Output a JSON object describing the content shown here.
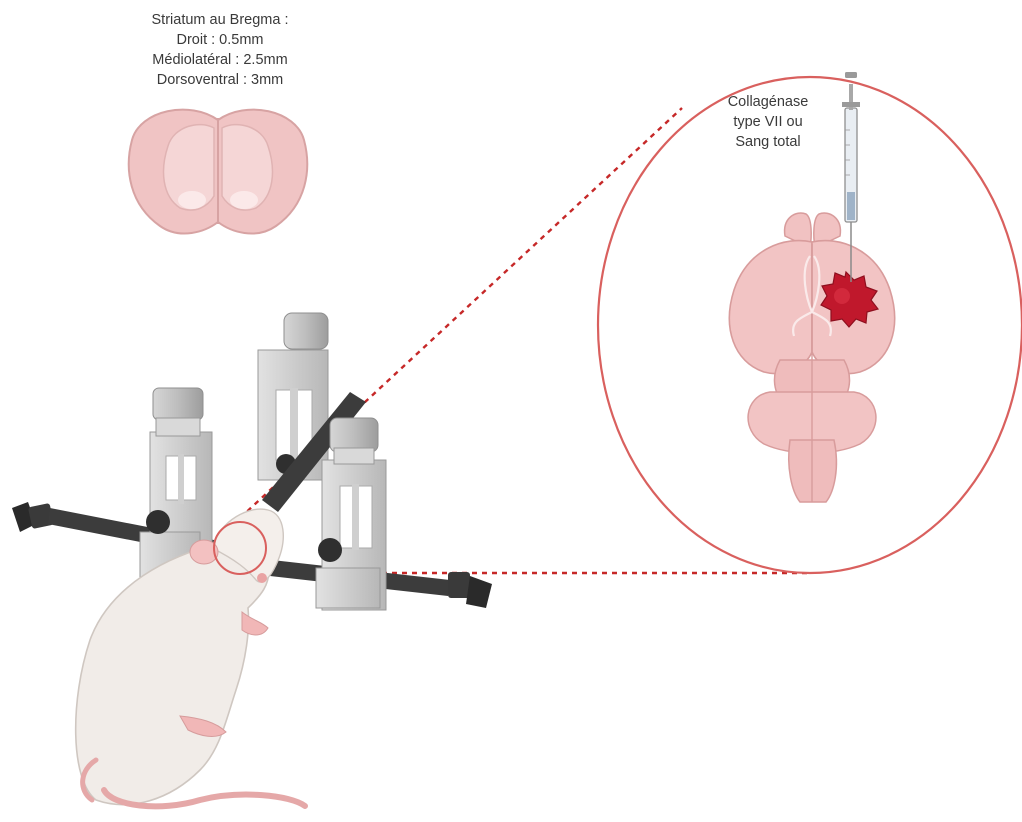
{
  "coordinates": {
    "title": "Striatum au Bregma :",
    "lines": [
      "Droit : 0.5mm",
      "Médiolatéral : 2.5mm",
      "Dorsoventral : 3mm"
    ]
  },
  "injection": {
    "lines": [
      "Collagénase",
      "type VII ou",
      "Sang total"
    ]
  },
  "colors": {
    "brain": "#f0bcbc",
    "brain_outline": "#d99a9a",
    "hemorrhage": "#c0182c",
    "zoom_circle": "#d9605e",
    "frame_metal": "#bfbfbf",
    "bar_dark": "#3c3c3c",
    "rat_body": "#f1ece8"
  }
}
